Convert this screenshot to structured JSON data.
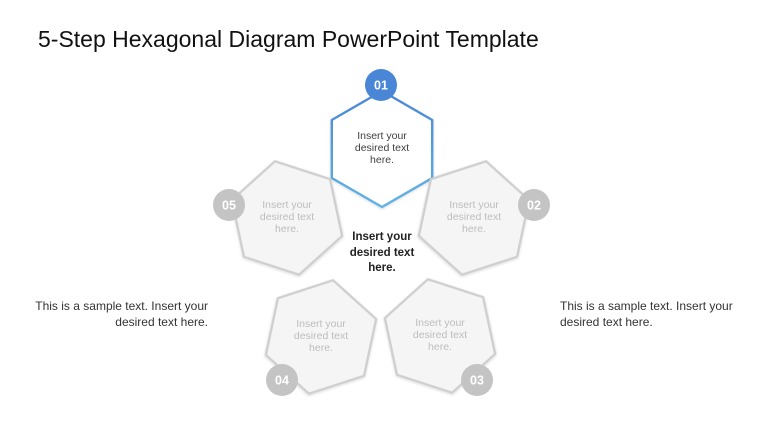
{
  "title": "5-Step Hexagonal Diagram PowerPoint Template",
  "center_text": "Insert your desired text here.",
  "left_text": "This is a sample text. Insert your desired text here.",
  "right_text": "This is a sample text. Insert your desired text here.",
  "steps": [
    {
      "number": "01",
      "text": "Insert your desired text here.",
      "active": true
    },
    {
      "number": "02",
      "text": "Insert your desired text here.",
      "active": false
    },
    {
      "number": "03",
      "text": "Insert your desired text here.",
      "active": false
    },
    {
      "number": "04",
      "text": "Insert your desired text here.",
      "active": false
    },
    {
      "number": "05",
      "text": "Insert your desired text here.",
      "active": false
    }
  ],
  "colors": {
    "active_top": "#4a86d6",
    "active_bottom": "#5fb3e4",
    "inactive_stroke": "#cfcfcf",
    "inactive_fill": "#f5f5f5",
    "inactive_badge": "#c4c4c4",
    "inactive_text": "#bdbdbd",
    "active_text": "#404040"
  }
}
